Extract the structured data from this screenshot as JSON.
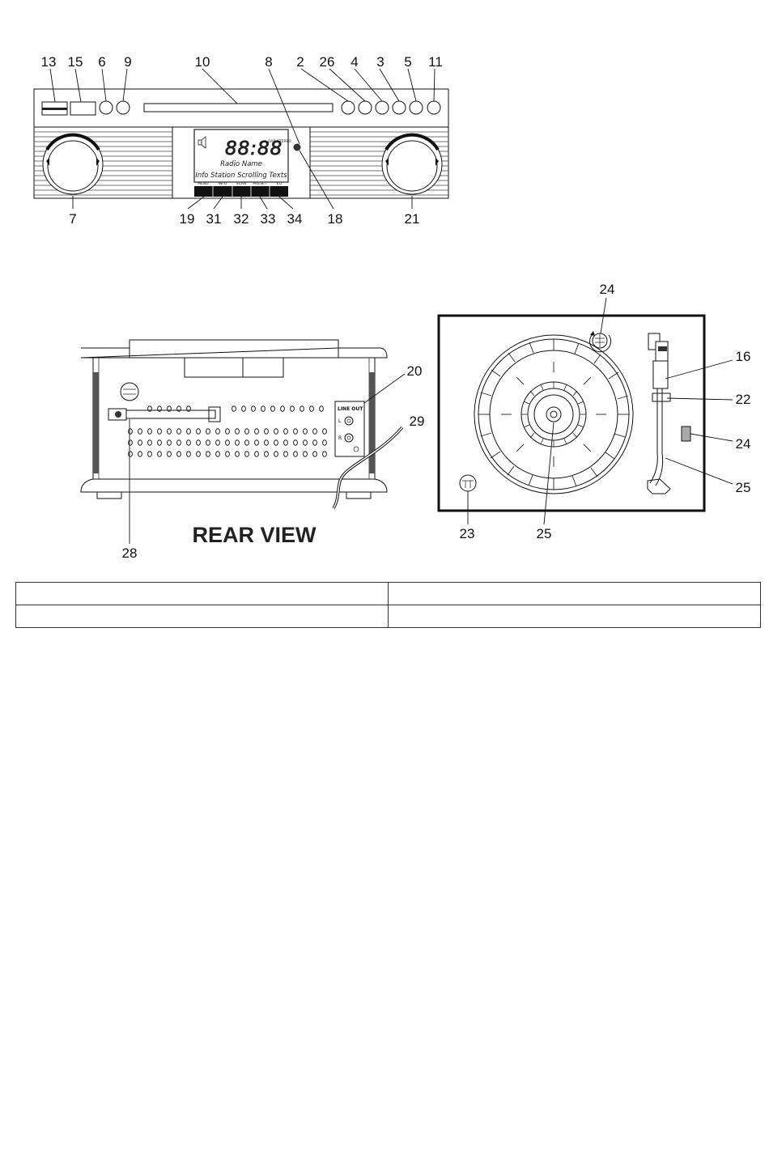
{
  "front_view": {
    "callouts_top": [
      "13",
      "15",
      "6",
      "9",
      "10",
      "8",
      "2",
      "26",
      "4",
      "3",
      "5",
      "11"
    ],
    "callouts_bottom": [
      "7",
      "19",
      "31",
      "32",
      "33",
      "34",
      "18",
      "21"
    ],
    "display": {
      "clock": "88:88",
      "band": "DAB  STEREO",
      "radio_name": "Radio Name",
      "scroll_text": "Info Station Scrolling Texts"
    },
    "buttons": [
      "MENU",
      "INFO",
      "SCAN",
      "PRESET",
      "EQ"
    ]
  },
  "rear_view": {
    "title": "REAR VIEW",
    "callouts": [
      "20",
      "29",
      "28"
    ],
    "line_out_label": "LINE OUT",
    "left_label": "L",
    "right_label": "R"
  },
  "turntable": {
    "callouts": [
      "24",
      "16",
      "22",
      "24",
      "25",
      "23",
      "25"
    ]
  },
  "table": {
    "rows": [
      [
        "",
        ""
      ],
      [
        "",
        ""
      ]
    ]
  }
}
